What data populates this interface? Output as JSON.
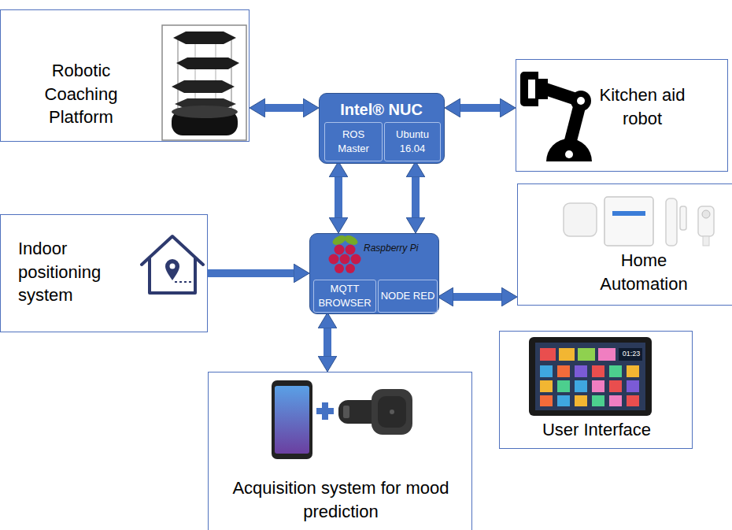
{
  "diagram": {
    "nodes": [
      {
        "text": [
          "Robotic Coaching Platform"
        ]
      },
      {
        "text": [
          "Intel® NUC"
        ]
      },
      {
        "text": [
          "ROS Master"
        ],
        "in": 1
      },
      {
        "text": [
          "Ubuntu 16.04"
        ],
        "in": 1
      },
      {
        "text": [
          "Kitchen aid robot"
        ]
      },
      {
        "text": [
          "Indoor positioning system"
        ]
      },
      {
        "text": [
          "Raspberry Pi"
        ]
      },
      {
        "text": [
          "MQTT BROWSER"
        ],
        "in": 6
      },
      {
        "text": [
          "NODE RED"
        ],
        "in": 6
      },
      {
        "text": [
          "Home Automation"
        ]
      },
      {
        "text": [
          "User Interface"
        ]
      },
      {
        "text": [
          "Acquisition system for mood prediction"
        ]
      }
    ],
    "edges": [
      {
        "from": 0,
        "to": 1,
        "arrow": "both"
      },
      {
        "from": 1,
        "to": 4,
        "arrow": "both"
      },
      {
        "from": 2,
        "to": 6,
        "arrow": "both"
      },
      {
        "from": 3,
        "to": 6,
        "arrow": "both"
      },
      {
        "from": 5,
        "to": 6,
        "arrow": "to"
      },
      {
        "from": 8,
        "to": 9,
        "arrow": "both"
      },
      {
        "from": 7,
        "to": 11,
        "arrow": "both"
      }
    ],
    "labels": [
      "01:23"
    ]
  }
}
